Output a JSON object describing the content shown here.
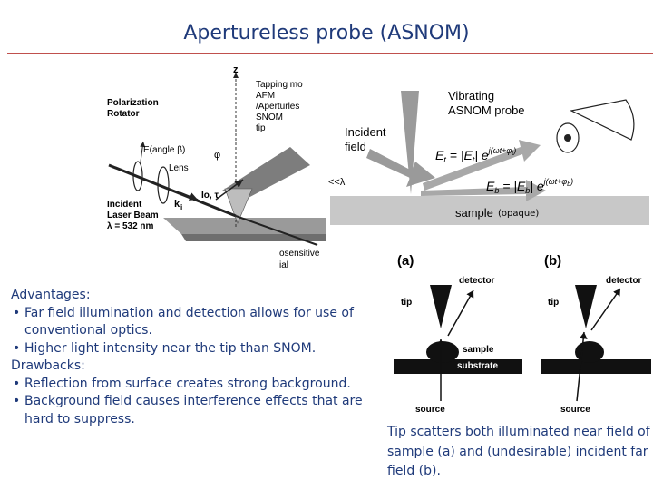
{
  "title": "Apertureless probe (ASNOM)",
  "fig1": {
    "polarization": [
      "Polarization",
      "Rotator"
    ],
    "e_angle": "E(angle β)",
    "lens": "Lens",
    "incident": [
      "Incident",
      "Laser Beam",
      "λ = 532 nm"
    ],
    "k": "k",
    "i": "i",
    "io_tau": "Io, τ",
    "phi": "φ",
    "z": "z",
    "tip_labels": [
      "Tapping mo",
      "AFM",
      "/Aperturles",
      "SNOM",
      "tip"
    ],
    "sensitive": [
      "osensitive",
      "ial"
    ]
  },
  "fig2": {
    "vibrating": [
      "Vibrating",
      "ASNOM probe"
    ],
    "incident_field": [
      "Incident",
      "field"
    ],
    "lt_lambda": "<<λ",
    "sample": "sample",
    "opaque": "(opaque)"
  },
  "fig3": {
    "label_a": "(a)",
    "label_b": "(b)",
    "detector": "detector",
    "tip": "tip",
    "sample": "sample",
    "substrate": "substrate",
    "source": "source"
  },
  "advantages_heading": "Advantages:",
  "advantages": [
    "Far field illumination and detection allows for use of conventional optics.",
    "Higher light intensity near the tip than SNOM."
  ],
  "drawbacks_heading": "Drawbacks:",
  "drawbacks": [
    "Reflection from surface creates strong background.",
    "Background field causes interference effects that are hard to suppress."
  ],
  "caption": "Tip scatters both illuminated near field of sample (a) and (undesirable) incident far field (b)."
}
